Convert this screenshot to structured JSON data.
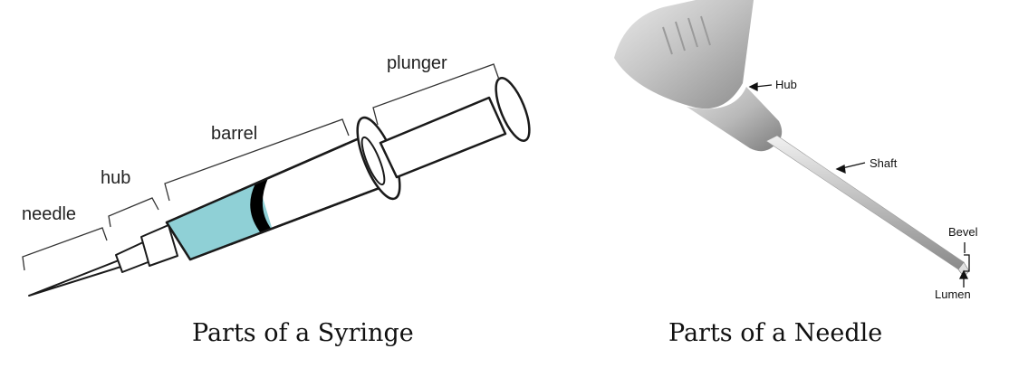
{
  "syringe": {
    "caption": "Parts of a Syringe",
    "labels": {
      "needle": "needle",
      "hub": "hub",
      "barrel": "barrel",
      "plunger": "plunger"
    },
    "colors": {
      "liquid": "#8fd0d6",
      "outline": "#1a1a1a",
      "plunger_band": "#000000"
    }
  },
  "needle": {
    "caption": "Parts of a Needle",
    "labels": {
      "hub": "Hub",
      "shaft": "Shaft",
      "bevel": "Bevel",
      "lumen": "Lumen"
    },
    "colors": {
      "hub_body": "#bdbdbd",
      "shaft": "#c8c8c8"
    }
  }
}
